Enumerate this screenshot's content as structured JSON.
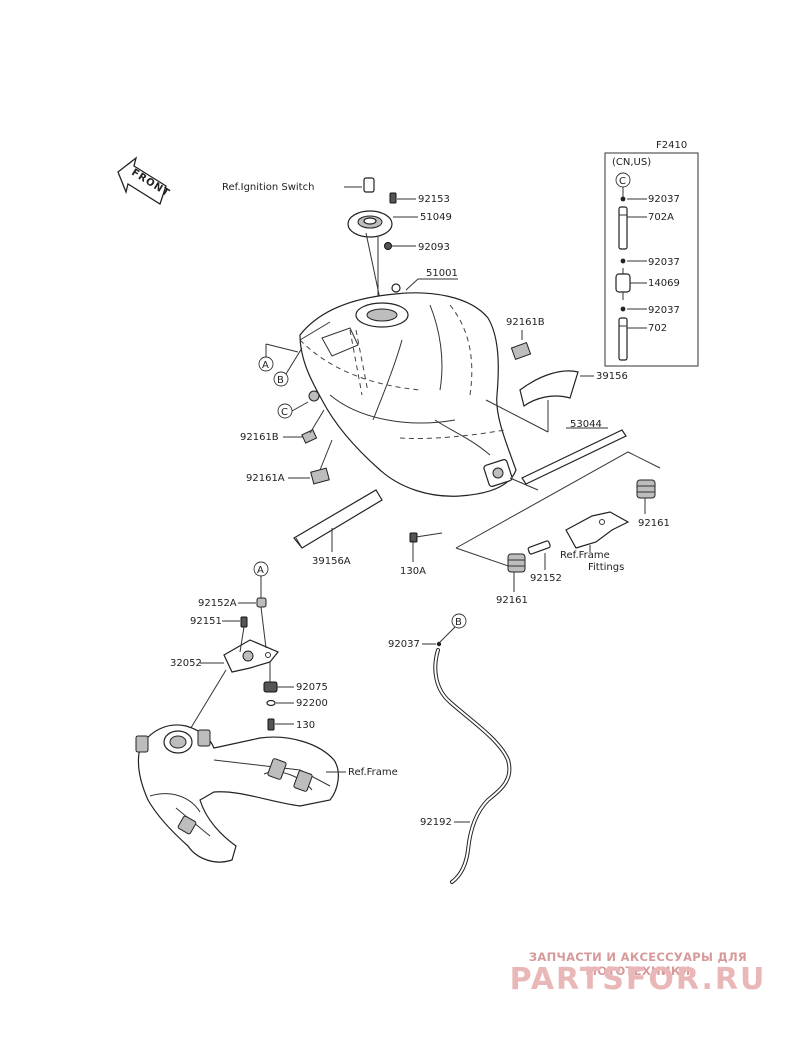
{
  "figure_code": "F2410",
  "front_arrow_label": "FRONT",
  "market_note": "(CN,US)",
  "callouts": {
    "a": "A",
    "b": "B",
    "c": "C"
  },
  "labels": {
    "ref_ignition_switch": "Ref.Ignition Switch",
    "p92153": "92153",
    "p51049": "51049",
    "p92093": "92093",
    "p51001": "51001",
    "p92161B_right": "92161B",
    "p39156": "39156",
    "p92161B_left": "92161B",
    "p92161A": "92161A",
    "p53044": "53044",
    "p39156A": "39156A",
    "p130A": "130A",
    "ref_frame_fittings_1": "Ref.Frame",
    "ref_frame_fittings_2": "Fittings",
    "p92161_right": "92161",
    "p92152": "92152",
    "p92161_bottom": "92161",
    "p92037_1": "92037",
    "p702A": "702A",
    "p92037_2": "92037",
    "p14069": "14069",
    "p92037_3": "92037",
    "p702": "702",
    "p92152A": "92152A",
    "p92151": "92151",
    "p32052": "32052",
    "p92075": "92075",
    "p92200": "92200",
    "p130": "130",
    "ref_frame": "Ref.Frame",
    "p92037_hose": "92037",
    "p92192": "92192"
  },
  "watermark": {
    "tagline": "ЗАПЧАСТИ И АКСЕССУАРЫ ДЛЯ МОТОТЕХНИКИ",
    "brand": "PARTSFOR.RU"
  },
  "colors": {
    "line": "#333333",
    "watermark": "#e0a8a8"
  }
}
